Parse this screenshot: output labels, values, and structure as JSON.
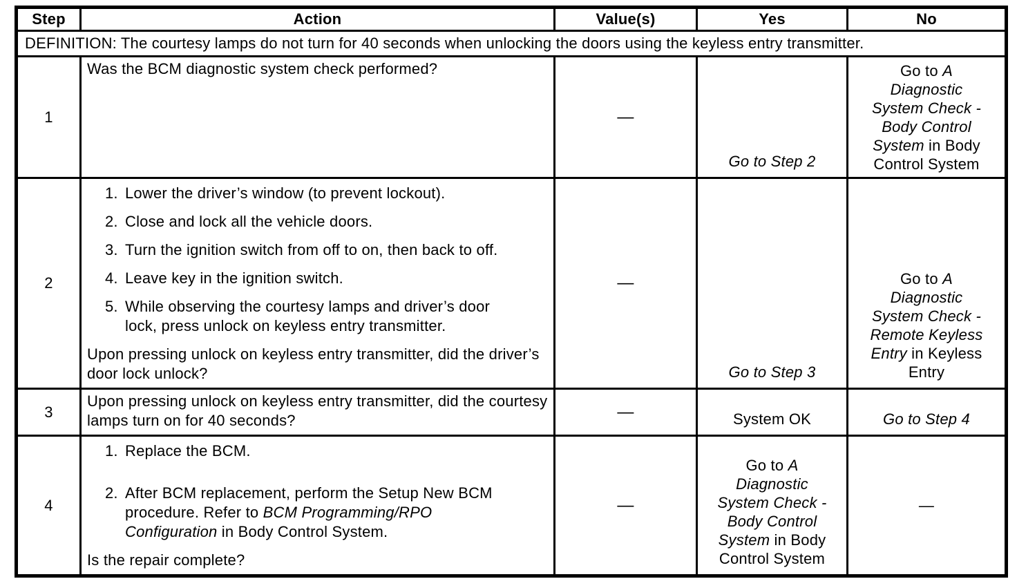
{
  "colors": {
    "text": "#000000",
    "border": "#000000",
    "background": "#ffffff"
  },
  "table": {
    "headers": {
      "step": "Step",
      "action": "Action",
      "values": "Value(s)",
      "yes": "Yes",
      "no": "No"
    },
    "definition": "DEFINITION: The courtesy lamps do not turn for 40 seconds when unlocking the doors using the keyless entry transmitter.",
    "rows": [
      {
        "step": "1",
        "action": {
          "question": "Was the BCM diagnostic system check performed?"
        },
        "value": "—",
        "yes": {
          "pre": "",
          "italic": "Go to Step 2",
          "post": ""
        },
        "no": {
          "pre": "Go to ",
          "italic": "A Diagnostic System Check - Body Control System",
          "post": " in Body Control System"
        }
      },
      {
        "step": "2",
        "action": {
          "list": [
            "Lower the driver’s window (to prevent lockout).",
            "Close and lock all the vehicle doors.",
            "Turn the ignition switch from off to on, then back to off.",
            "Leave key in the ignition switch.",
            "While observing the courtesy lamps and driver’s door lock, press unlock on keyless entry transmitter."
          ],
          "question": "Upon pressing unlock on keyless entry transmitter, did the driver’s door lock unlock?"
        },
        "value": "—",
        "yes": {
          "pre": "",
          "italic": "Go to Step 3",
          "post": ""
        },
        "no": {
          "pre": "Go to ",
          "italic": "A Diagnostic System Check - Remote Keyless Entry",
          "post": " in Keyless Entry"
        }
      },
      {
        "step": "3",
        "action": {
          "question": "Upon pressing unlock on keyless entry transmitter, did the courtesy lamps turn on for 40 seconds?"
        },
        "value": "—",
        "yes": {
          "pre": "System OK",
          "italic": "",
          "post": ""
        },
        "no": {
          "pre": "",
          "italic": "Go to Step 4",
          "post": ""
        }
      },
      {
        "step": "4",
        "action": {
          "list_rich": [
            {
              "pre": "Replace the BCM.",
              "italic": "",
              "post": ""
            },
            {
              "pre": "After BCM replacement, perform the Setup New BCM procedure. Refer to ",
              "italic": "BCM Programming/RPO Configuration",
              "post": " in Body Control System."
            }
          ],
          "question": "Is the repair complete?"
        },
        "value": "—",
        "yes": {
          "pre": "Go to ",
          "italic": "A Diagnostic System Check - Body Control System",
          "post": " in Body Control System"
        },
        "no": {
          "pre": "—",
          "italic": "",
          "post": ""
        }
      }
    ]
  }
}
